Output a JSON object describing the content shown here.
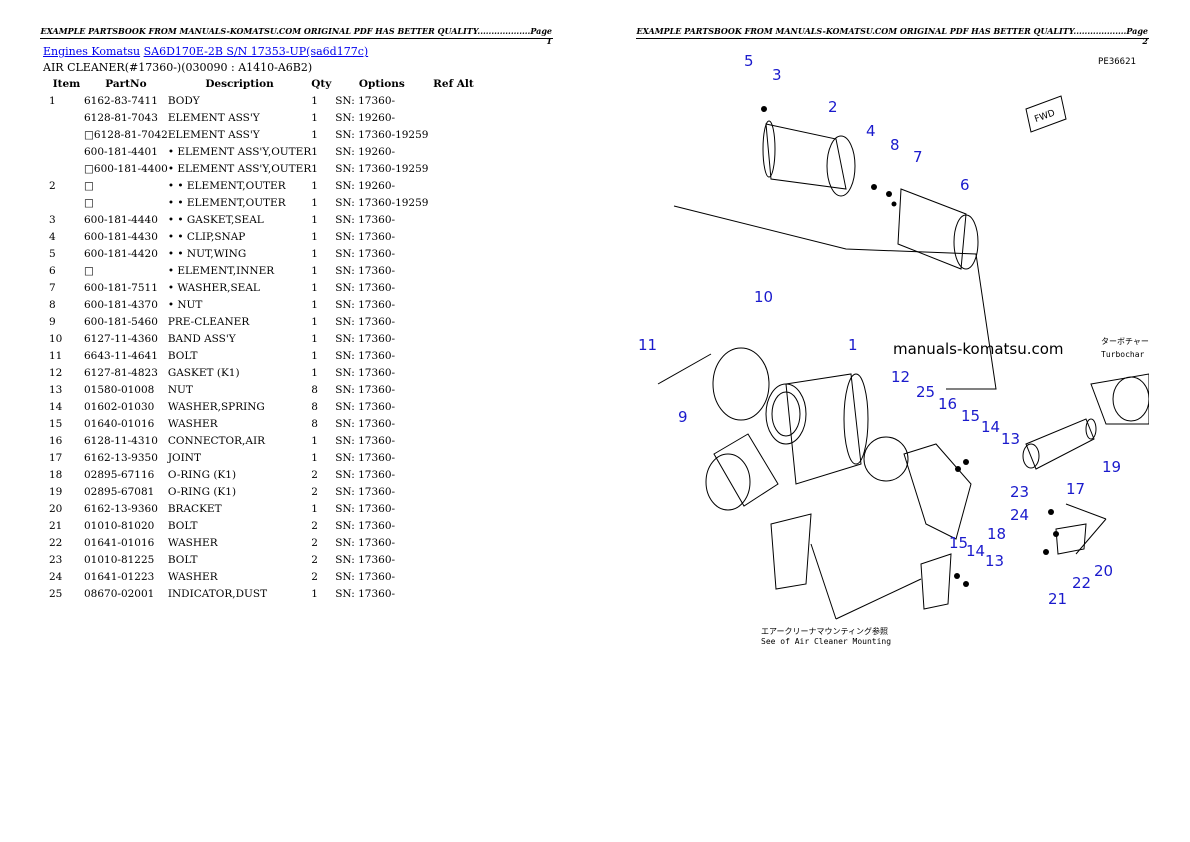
{
  "headers": {
    "page1": "EXAMPLE PARTSBOOK FROM MANUALS-KOMATSU.COM ORIGINAL PDF HAS BETTER QUALITY...................Page 1",
    "page2": "EXAMPLE PARTSBOOK FROM MANUALS-KOMATSU.COM ORIGINAL PDF HAS BETTER QUALITY...................Page 2"
  },
  "breadcrumb": {
    "link1": "Engines Komatsu",
    "link2": "SA6D170E-2B S/N 17353-UP(sa6d177c)"
  },
  "subtitle": "AIR CLEANER(#17360-)(030090 : A1410-A6B2)",
  "table": {
    "columns": [
      "Item",
      "PartNo",
      "Description",
      "Qty",
      "Options",
      "Ref Alt"
    ],
    "rows": [
      [
        "1",
        "6162-83-7411",
        "BODY",
        "1",
        "SN: 17360-",
        ""
      ],
      [
        "",
        "6128-81-7043",
        "ELEMENT ASS'Y",
        "1",
        "SN: 19260-",
        ""
      ],
      [
        "",
        "□6128-81-7042",
        "ELEMENT ASS'Y",
        "1",
        "SN: 17360-19259",
        ""
      ],
      [
        "",
        "600-181-4401",
        "• ELEMENT ASS'Y,OUTER",
        "1",
        "SN: 19260-",
        ""
      ],
      [
        "",
        "□600-181-4400",
        "• ELEMENT ASS'Y,OUTER",
        "1",
        "SN: 17360-19259",
        ""
      ],
      [
        "2",
        "□",
        "• • ELEMENT,OUTER",
        "1",
        "SN: 19260-",
        ""
      ],
      [
        "",
        "□",
        "• • ELEMENT,OUTER",
        "1",
        "SN: 17360-19259",
        ""
      ],
      [
        "3",
        "600-181-4440",
        "• • GASKET,SEAL",
        "1",
        "SN: 17360-",
        ""
      ],
      [
        "4",
        "600-181-4430",
        "• • CLIP,SNAP",
        "1",
        "SN: 17360-",
        ""
      ],
      [
        "5",
        "600-181-4420",
        "• • NUT,WING",
        "1",
        "SN: 17360-",
        ""
      ],
      [
        "6",
        "□",
        "• ELEMENT,INNER",
        "1",
        "SN: 17360-",
        ""
      ],
      [
        "7",
        "600-181-7511",
        "• WASHER,SEAL",
        "1",
        "SN: 17360-",
        ""
      ],
      [
        "8",
        "600-181-4370",
        "• NUT",
        "1",
        "SN: 17360-",
        ""
      ],
      [
        "9",
        "600-181-5460",
        "PRE-CLEANER",
        "1",
        "SN: 17360-",
        ""
      ],
      [
        "10",
        "6127-11-4360",
        "BAND ASS'Y",
        "1",
        "SN: 17360-",
        ""
      ],
      [
        "11",
        "6643-11-4641",
        "BOLT",
        "1",
        "SN: 17360-",
        ""
      ],
      [
        "12",
        "6127-81-4823",
        "GASKET (K1)",
        "1",
        "SN: 17360-",
        ""
      ],
      [
        "13",
        "01580-01008",
        "NUT",
        "8",
        "SN: 17360-",
        ""
      ],
      [
        "14",
        "01602-01030",
        "WASHER,SPRING",
        "8",
        "SN: 17360-",
        ""
      ],
      [
        "15",
        "01640-01016",
        "WASHER",
        "8",
        "SN: 17360-",
        ""
      ],
      [
        "16",
        "6128-11-4310",
        "CONNECTOR,AIR",
        "1",
        "SN: 17360-",
        ""
      ],
      [
        "17",
        "6162-13-9350",
        "JOINT",
        "1",
        "SN: 17360-",
        ""
      ],
      [
        "18",
        "02895-67116",
        "O-RING (K1)",
        "2",
        "SN: 17360-",
        ""
      ],
      [
        "19",
        "02895-67081",
        "O-RING (K1)",
        "2",
        "SN: 17360-",
        ""
      ],
      [
        "20",
        "6162-13-9360",
        "BRACKET",
        "1",
        "SN: 17360-",
        ""
      ],
      [
        "21",
        "01010-81020",
        "BOLT",
        "2",
        "SN: 17360-",
        ""
      ],
      [
        "22",
        "01641-01016",
        "WASHER",
        "2",
        "SN: 17360-",
        ""
      ],
      [
        "23",
        "01010-81225",
        "BOLT",
        "2",
        "SN: 17360-",
        ""
      ],
      [
        "24",
        "01641-01223",
        "WASHER",
        "2",
        "SN: 17360-",
        ""
      ],
      [
        "25",
        "08670-02001",
        "INDICATOR,DUST",
        "1",
        "SN: 17360-",
        ""
      ]
    ]
  },
  "diagram": {
    "code": "PE36621",
    "fwd": "FWD",
    "watermark": "manuals-komatsu.com",
    "turbo_jp": "ターボチャー",
    "turbo_en": "Turbochar",
    "mounting_jp": "エアークリーナマウンティング参照",
    "mounting_en": "See of Air Cleaner Mounting",
    "callouts": [
      "1",
      "2",
      "3",
      "4",
      "5",
      "6",
      "7",
      "8",
      "9",
      "10",
      "11",
      "12",
      "13",
      "14",
      "15",
      "16",
      "17",
      "18",
      "19",
      "20",
      "21",
      "22",
      "23",
      "24",
      "25"
    ],
    "callout_color": "#1a1acc"
  }
}
